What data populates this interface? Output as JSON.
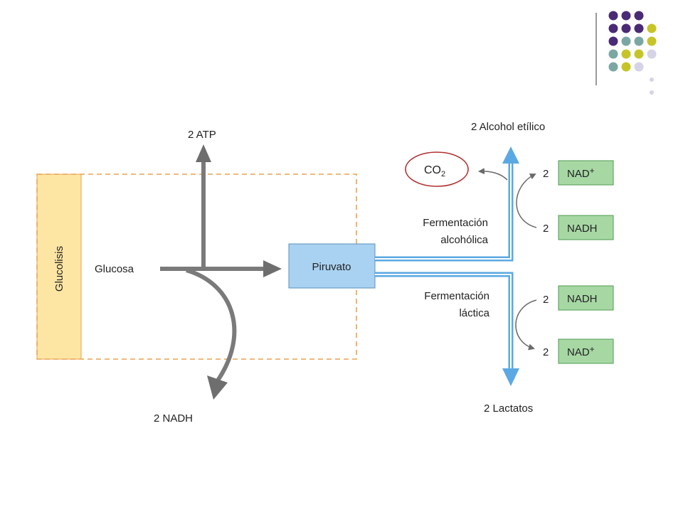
{
  "colors": {
    "glycolysis_band": "#fde6a4",
    "dashed_border": "#e9a250",
    "gray_arrow": "#777777",
    "piruvato_box": "#a9d2f2",
    "blue_arrow": "#5ba9e3",
    "nad_box": "#a7d8a4",
    "co2_ring": "#b03030",
    "dot_purple": "#4a2a75",
    "dot_teal": "#7aa7a4",
    "dot_yellow": "#c7c42a",
    "dot_lavender": "#d5d3e6"
  },
  "diagram": {
    "glycolysis_label": "Glucolisis",
    "glucose_label": "Glucosa",
    "atp_label": "2 ATP",
    "nadh_out_label": "2 NADH",
    "piruvato_label": "Piruvato",
    "alcohol_label": "2 Alcohol etílico",
    "co2": {
      "text": "CO",
      "sub": "2"
    },
    "alcoholic": {
      "line1": "Fermentación",
      "line2": "alcohólica",
      "coef_top": "2",
      "coef_bottom": "2",
      "box_top": {
        "text": "NAD",
        "sup": "+"
      },
      "box_bottom": "NADH"
    },
    "lactic": {
      "line1": "Fermentación",
      "line2": "láctica",
      "coef_top": "2",
      "coef_bottom": "2",
      "box_top": "NADH",
      "box_bottom": {
        "text": "NAD",
        "sup": "+"
      }
    },
    "lactatos_label": "2 Lactatos"
  }
}
